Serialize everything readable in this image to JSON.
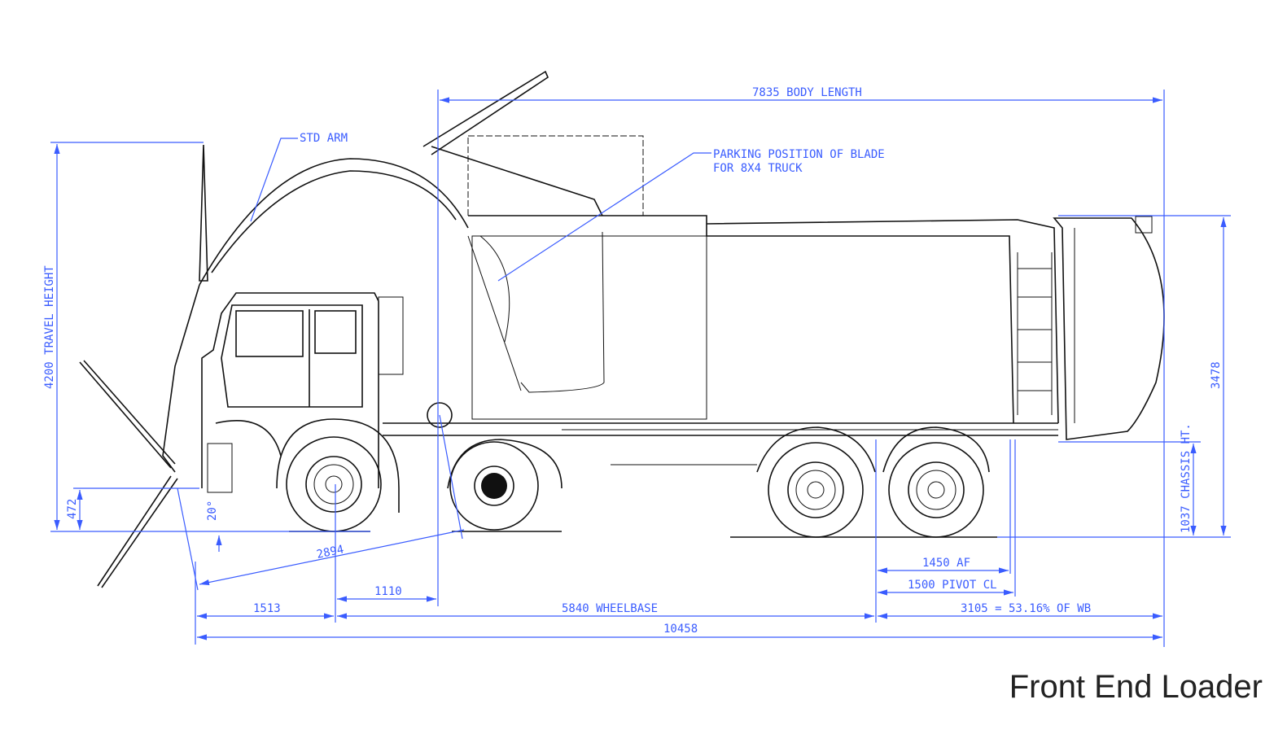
{
  "title": "Front End Loader",
  "colors": {
    "dimension": "#3a5cff",
    "linework": "#111111"
  },
  "annotations": {
    "body_length": "7835  BODY  LENGTH",
    "std_arm": "STD  ARM",
    "parking_line1": "PARKING  POSITION  OF  BLADE",
    "parking_line2": "FOR  8X4  TRUCK",
    "travel_height": "4200  TRAVEL  HEIGHT",
    "overall_height": "3478",
    "chassis_height": "1037  CHASSIS  HT.",
    "fork_height": "472",
    "angle": "20°",
    "reach": "2894",
    "front_overhang": "1513",
    "axle_to_arm": "1110",
    "wheelbase": "5840  WHEELBASE",
    "af": "1450  AF",
    "pivot": "1500  PIVOT  CL",
    "rear_overhang": "3105  =  53.16%  OF  WB",
    "overall_length": "10458"
  }
}
